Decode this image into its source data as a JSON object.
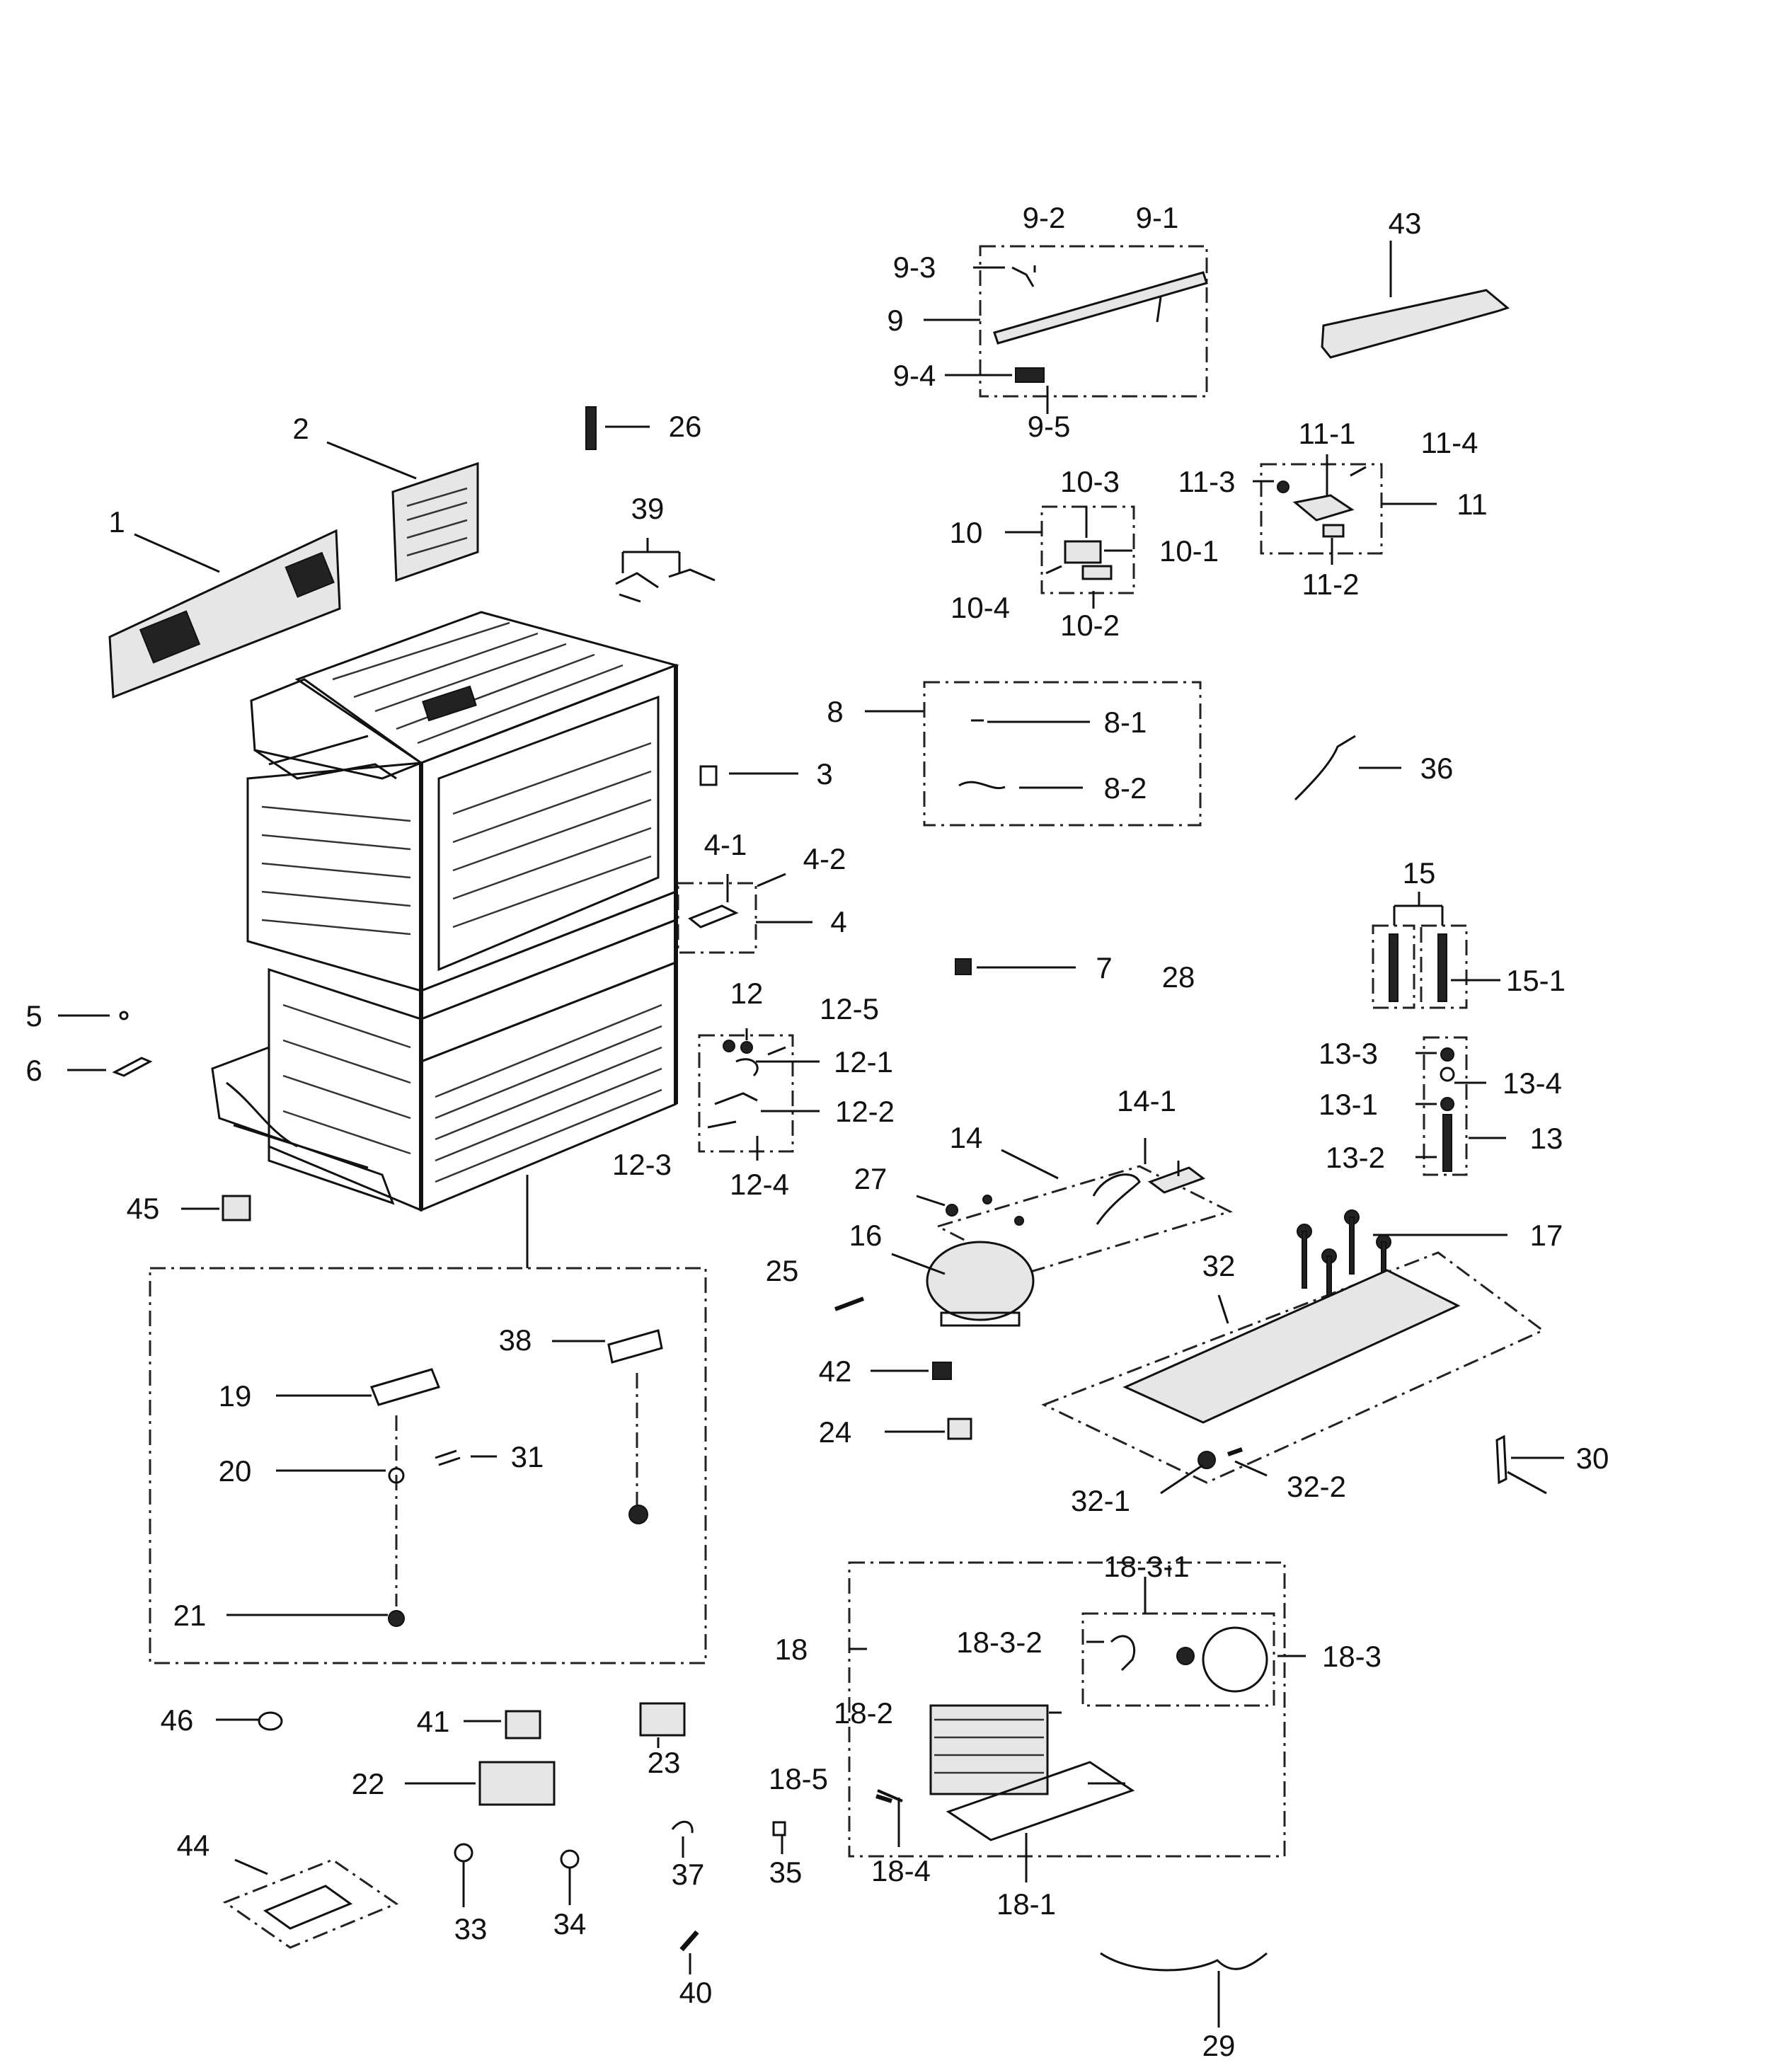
{
  "labels": {
    "l1": "1",
    "l2": "2",
    "l3": "3",
    "l4": "4",
    "l4_1": "4-1",
    "l4_2": "4-2",
    "l5": "5",
    "l6": "6",
    "l7": "7",
    "l8": "8",
    "l8_1": "8-1",
    "l8_2": "8-2",
    "l9": "9",
    "l9_1": "9-1",
    "l9_2": "9-2",
    "l9_3": "9-3",
    "l9_4": "9-4",
    "l9_5": "9-5",
    "l10": "10",
    "l10_1": "10-1",
    "l10_2": "10-2",
    "l10_3": "10-3",
    "l10_4": "10-4",
    "l11": "11",
    "l11_1": "11-1",
    "l11_2": "11-2",
    "l11_3": "11-3",
    "l11_4": "11-4",
    "l12": "12",
    "l12_1": "12-1",
    "l12_2": "12-2",
    "l12_3": "12-3",
    "l12_4": "12-4",
    "l12_5": "12-5",
    "l13": "13",
    "l13_1": "13-1",
    "l13_2": "13-2",
    "l13_3": "13-3",
    "l13_4": "13-4",
    "l14": "14",
    "l14_1": "14-1",
    "l15": "15",
    "l15_1": "15-1",
    "l16": "16",
    "l17": "17",
    "l18": "18",
    "l18_1": "18-1",
    "l18_2": "18-2",
    "l18_3": "18-3",
    "l18_3_1": "18-3-1",
    "l18_3_2": "18-3-2",
    "l18_4": "18-4",
    "l18_5": "18-5",
    "l19": "19",
    "l20": "20",
    "l21": "21",
    "l22": "22",
    "l23": "23",
    "l24": "24",
    "l25": "25",
    "l26": "26",
    "l27": "27",
    "l28": "28",
    "l29": "29",
    "l30": "30",
    "l31": "31",
    "l32": "32",
    "l32_1": "32-1",
    "l32_2": "32-2",
    "l33": "33",
    "l34": "34",
    "l35": "35",
    "l36": "36",
    "l37": "37",
    "l38": "38",
    "l39": "39",
    "l40": "40",
    "l41": "41",
    "l42": "42",
    "l43": "43",
    "l44": "44",
    "l45": "45",
    "l46": "46"
  }
}
